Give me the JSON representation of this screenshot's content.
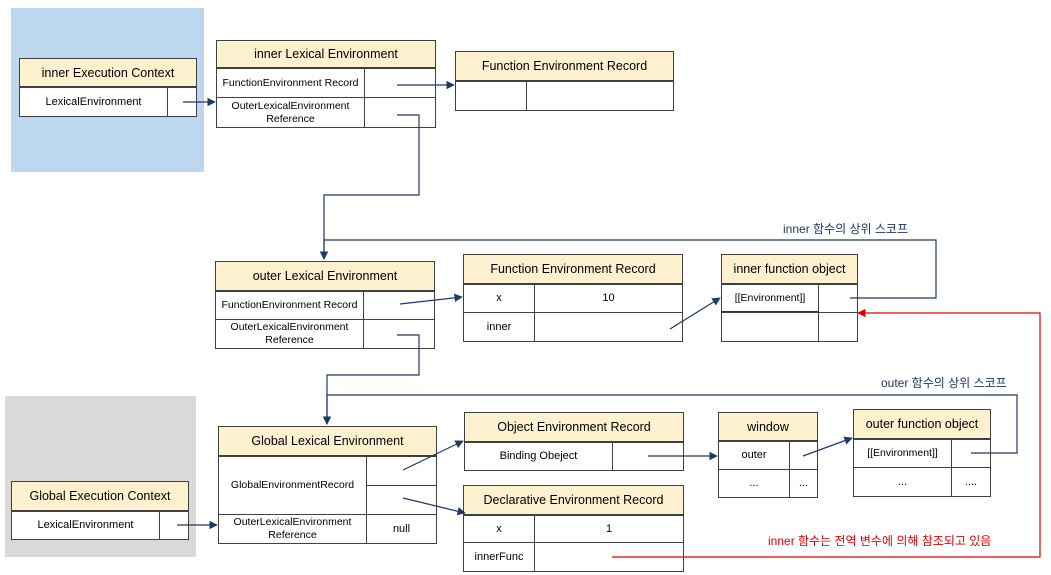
{
  "inner_ctx": {
    "title": "inner Execution Context",
    "lexenv": "LexicalEnvironment"
  },
  "global_ctx": {
    "title": "Global Execution Context",
    "lexenv": "LexicalEnvironment"
  },
  "inner_lex": {
    "title": "inner Lexical Environment",
    "row1": "FunctionEnvironment Record",
    "row2": "OuterLexicalEnvironment Reference"
  },
  "inner_fer": {
    "title": "Function Environment Record"
  },
  "outer_lex": {
    "title": "outer Lexical Environment",
    "row1": "FunctionEnvironment Record",
    "row2": "OuterLexicalEnvironment Reference"
  },
  "outer_fer": {
    "title": "Function Environment Record",
    "rows": [
      {
        "name": "x",
        "value": "10"
      },
      {
        "name": "inner",
        "value": ""
      }
    ]
  },
  "inner_fn": {
    "title": "inner function object",
    "env": "[[Environment]]"
  },
  "global_lex": {
    "title": "Global Lexical Environment",
    "row1": "GlobalEnvironmentRecord",
    "row2": "OuterLexicalEnvironment Reference",
    "row2_value": "null"
  },
  "obj_env": {
    "title": "Object Environment Record",
    "binding": "Binding Obeject"
  },
  "decl_env": {
    "title": "Declarative Environment Record",
    "rows": [
      {
        "name": "x",
        "value": "1"
      },
      {
        "name": "innerFunc",
        "value": ""
      }
    ]
  },
  "window": {
    "title": "window",
    "row1": "outer",
    "row2": "...",
    "row2b": "..."
  },
  "outer_fn": {
    "title": "outer function object",
    "env": "[[Environment]]",
    "row2": "...",
    "row2b": "...."
  },
  "notes": {
    "inner_scope": "inner 함수의 상위 스코프",
    "outer_scope": "outer 함수의 상위 스코프",
    "global_ref": "inner 함수는 전역 변수에 의해 참조되고 있음"
  },
  "colors": {
    "accent": "#1f3864",
    "red": "#e00000",
    "header": "#fdf1cf",
    "inner_ctx_bg": "#bdd7ee",
    "global_ctx_bg": "#d9d9d9"
  }
}
